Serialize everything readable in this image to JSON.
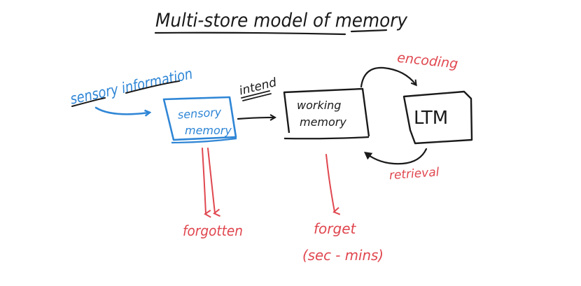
{
  "title": "Multi-store model of memory",
  "colors": {
    "ink": "#1a1a1a",
    "blue": "#2f86d6",
    "red": "#e0474f"
  },
  "labels": {
    "sensory_information": "sensory information",
    "intend": "intend",
    "encoding": "encoding",
    "retrieval": "retrieval",
    "forgotten": "forgotten",
    "forget": "forget",
    "forget_duration": "(sec - mins)"
  },
  "boxes": {
    "sensory_memory_line1": "sensory",
    "sensory_memory_line2": "memory",
    "working_memory_line1": "working",
    "working_memory_line2": "memory",
    "ltm": "LTM"
  }
}
